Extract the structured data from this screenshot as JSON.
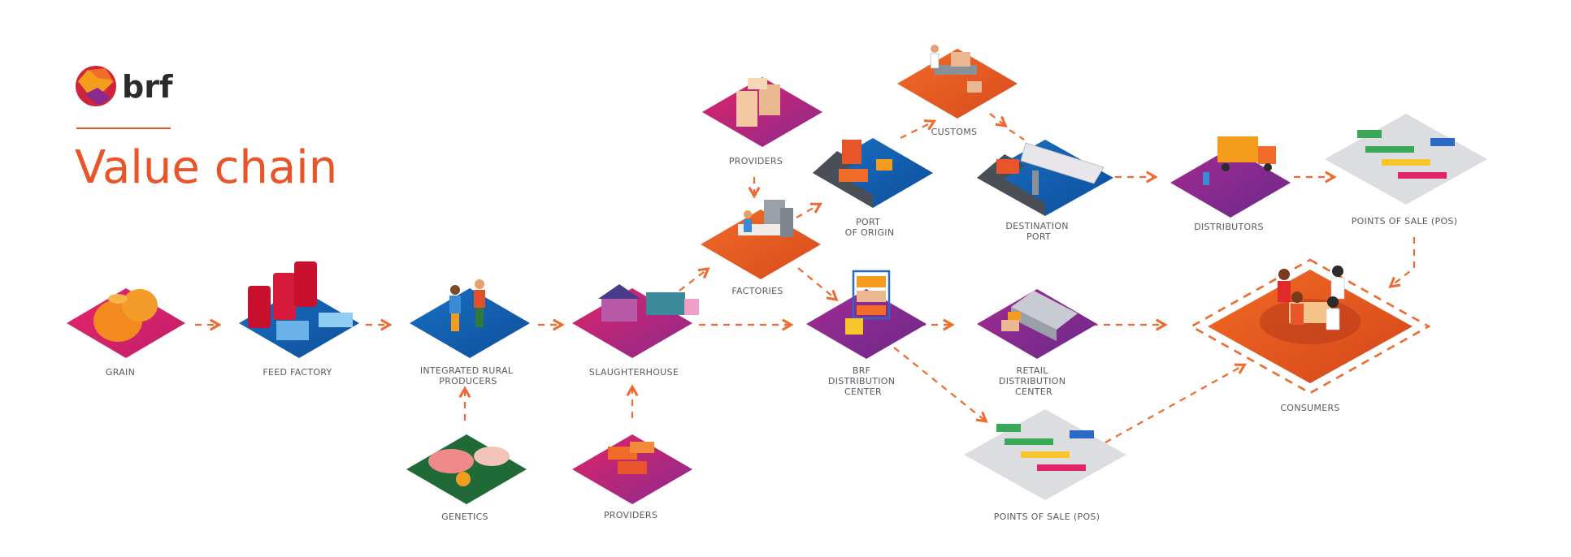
{
  "brand": {
    "logo_text": "brf"
  },
  "title": "Value chain",
  "colors": {
    "accent": "#e8552a",
    "arrow": "#ee6a2e"
  },
  "nodes": {
    "grain": [
      "GRAIN"
    ],
    "feed_factory": [
      "FEED FACTORY"
    ],
    "integrated_rural_producers": [
      "INTEGRATED RURAL",
      "PRODUCERS"
    ],
    "genetics": [
      "GENETICS"
    ],
    "slaughterhouse": [
      "SLAUGHTERHOUSE"
    ],
    "providers_bottom": [
      "PROVIDERS"
    ],
    "providers_top": [
      "PROVIDERS"
    ],
    "factories": [
      "FACTORIES"
    ],
    "port_of_origin": [
      "PORT",
      "OF ORIGIN"
    ],
    "customs": [
      "CUSTOMS"
    ],
    "destination_port": [
      "DESTINATION",
      "PORT"
    ],
    "distributors": [
      "DISTRIBUTORS"
    ],
    "pos_top": [
      "POINTS OF SALE (POS)"
    ],
    "brf_distribution_center": [
      "BRF",
      "DISTRIBUTION",
      "CENTER"
    ],
    "retail_distribution_center": [
      "RETAIL",
      "DISTRIBUTION",
      "CENTER"
    ],
    "pos_bottom": [
      "POINTS OF SALE (POS)"
    ],
    "consumers": [
      "CONSUMERS"
    ]
  }
}
